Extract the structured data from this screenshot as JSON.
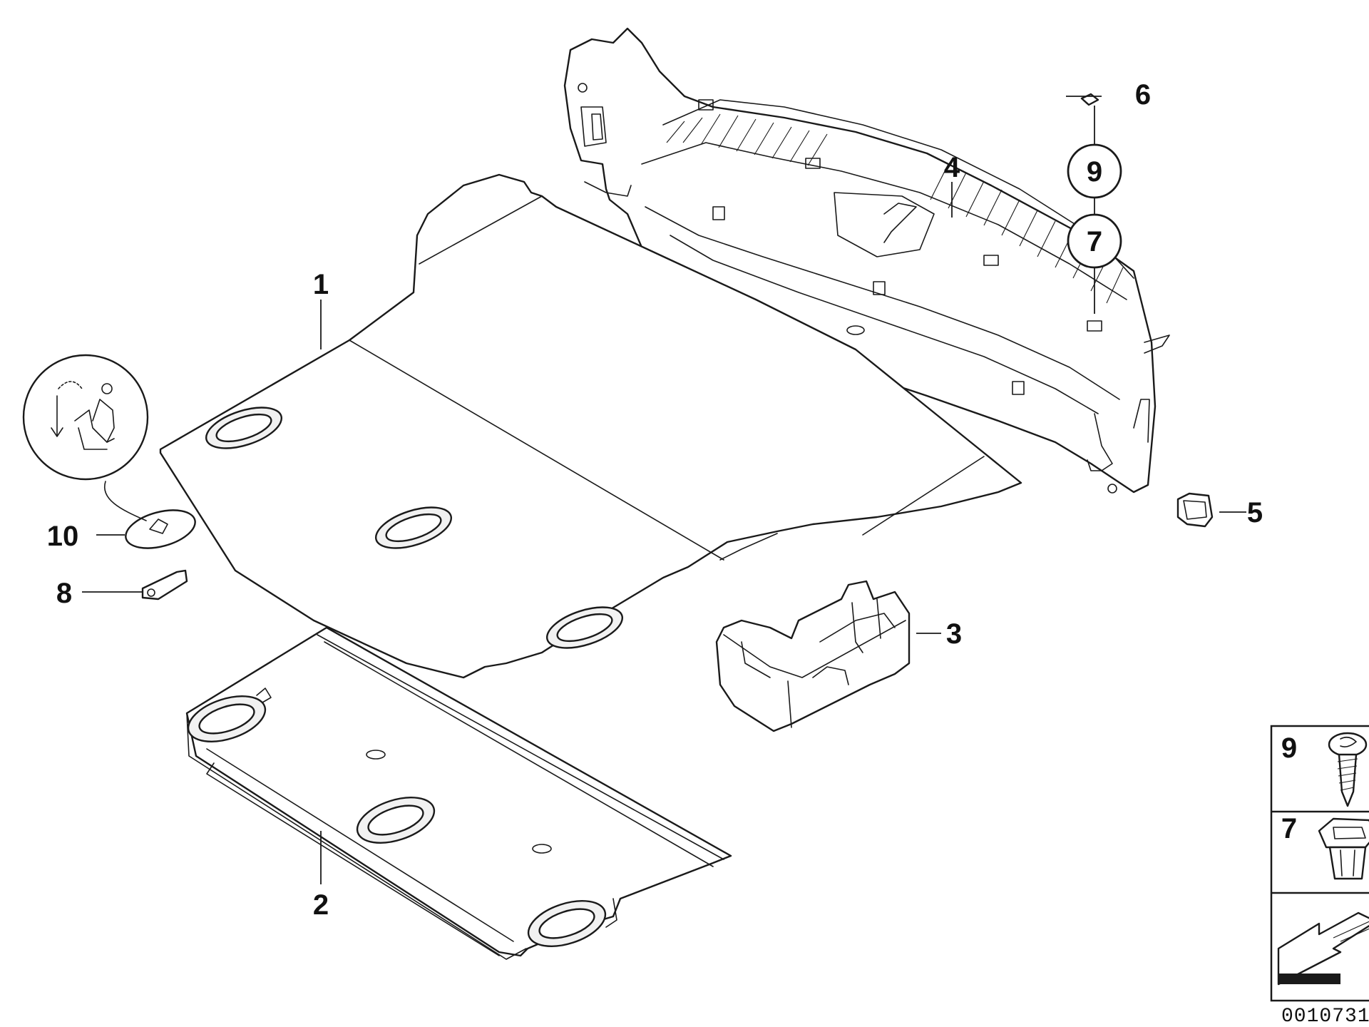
{
  "diagram": {
    "callouts": [
      {
        "id": "c1",
        "label": "1"
      },
      {
        "id": "c2",
        "label": "2"
      },
      {
        "id": "c3",
        "label": "3"
      },
      {
        "id": "c4",
        "label": "4"
      },
      {
        "id": "c5",
        "label": "5"
      },
      {
        "id": "c6",
        "label": "6"
      },
      {
        "id": "c8",
        "label": "8"
      },
      {
        "id": "c10",
        "label": "10"
      }
    ],
    "circled_callouts": [
      {
        "id": "k9",
        "label": "9"
      },
      {
        "id": "k7",
        "label": "7"
      }
    ],
    "legend": {
      "items": [
        {
          "label": "9",
          "icon": "self-tapping-screw-icon"
        },
        {
          "label": "7",
          "icon": "expanding-nut-clip-icon"
        },
        {
          "label": "",
          "icon": "direction-arrow-icon"
        }
      ]
    },
    "diagram_id": "0010731"
  }
}
